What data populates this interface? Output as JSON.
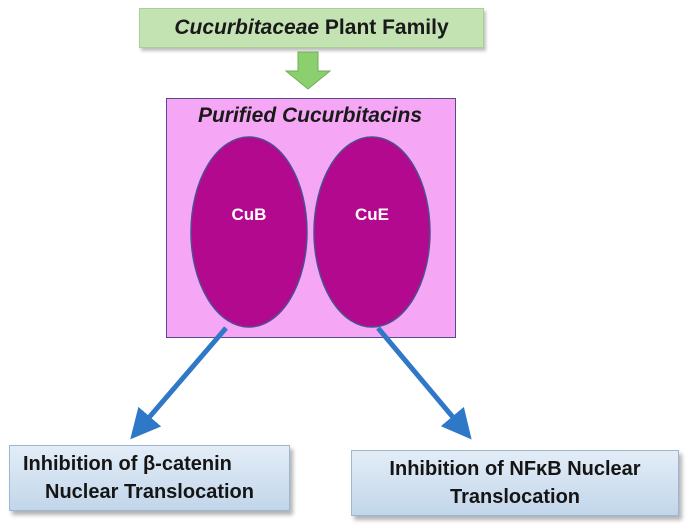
{
  "source": {
    "title_italic": "Cucurbitaceae",
    "title_rest": " Plant Family"
  },
  "purified": {
    "title": "Purified Cucurbitacins",
    "compound_left": "CuB",
    "compound_right": "CuE"
  },
  "outcomes": {
    "left_line1": "Inhibition of β-catenin",
    "left_line2": "Nuclear Translocation",
    "right_line1": "Inhibition of NFκB Nuclear",
    "right_line2": "Translocation"
  },
  "colors": {
    "source_box": "#c3e3b3",
    "down_arrow": "#8ccf6e",
    "purified_box": "#f5a6f5",
    "oval_fill": "#b3098f",
    "blue_arrow": "#2f78c8",
    "outcome_box": "#c2d6ea"
  }
}
